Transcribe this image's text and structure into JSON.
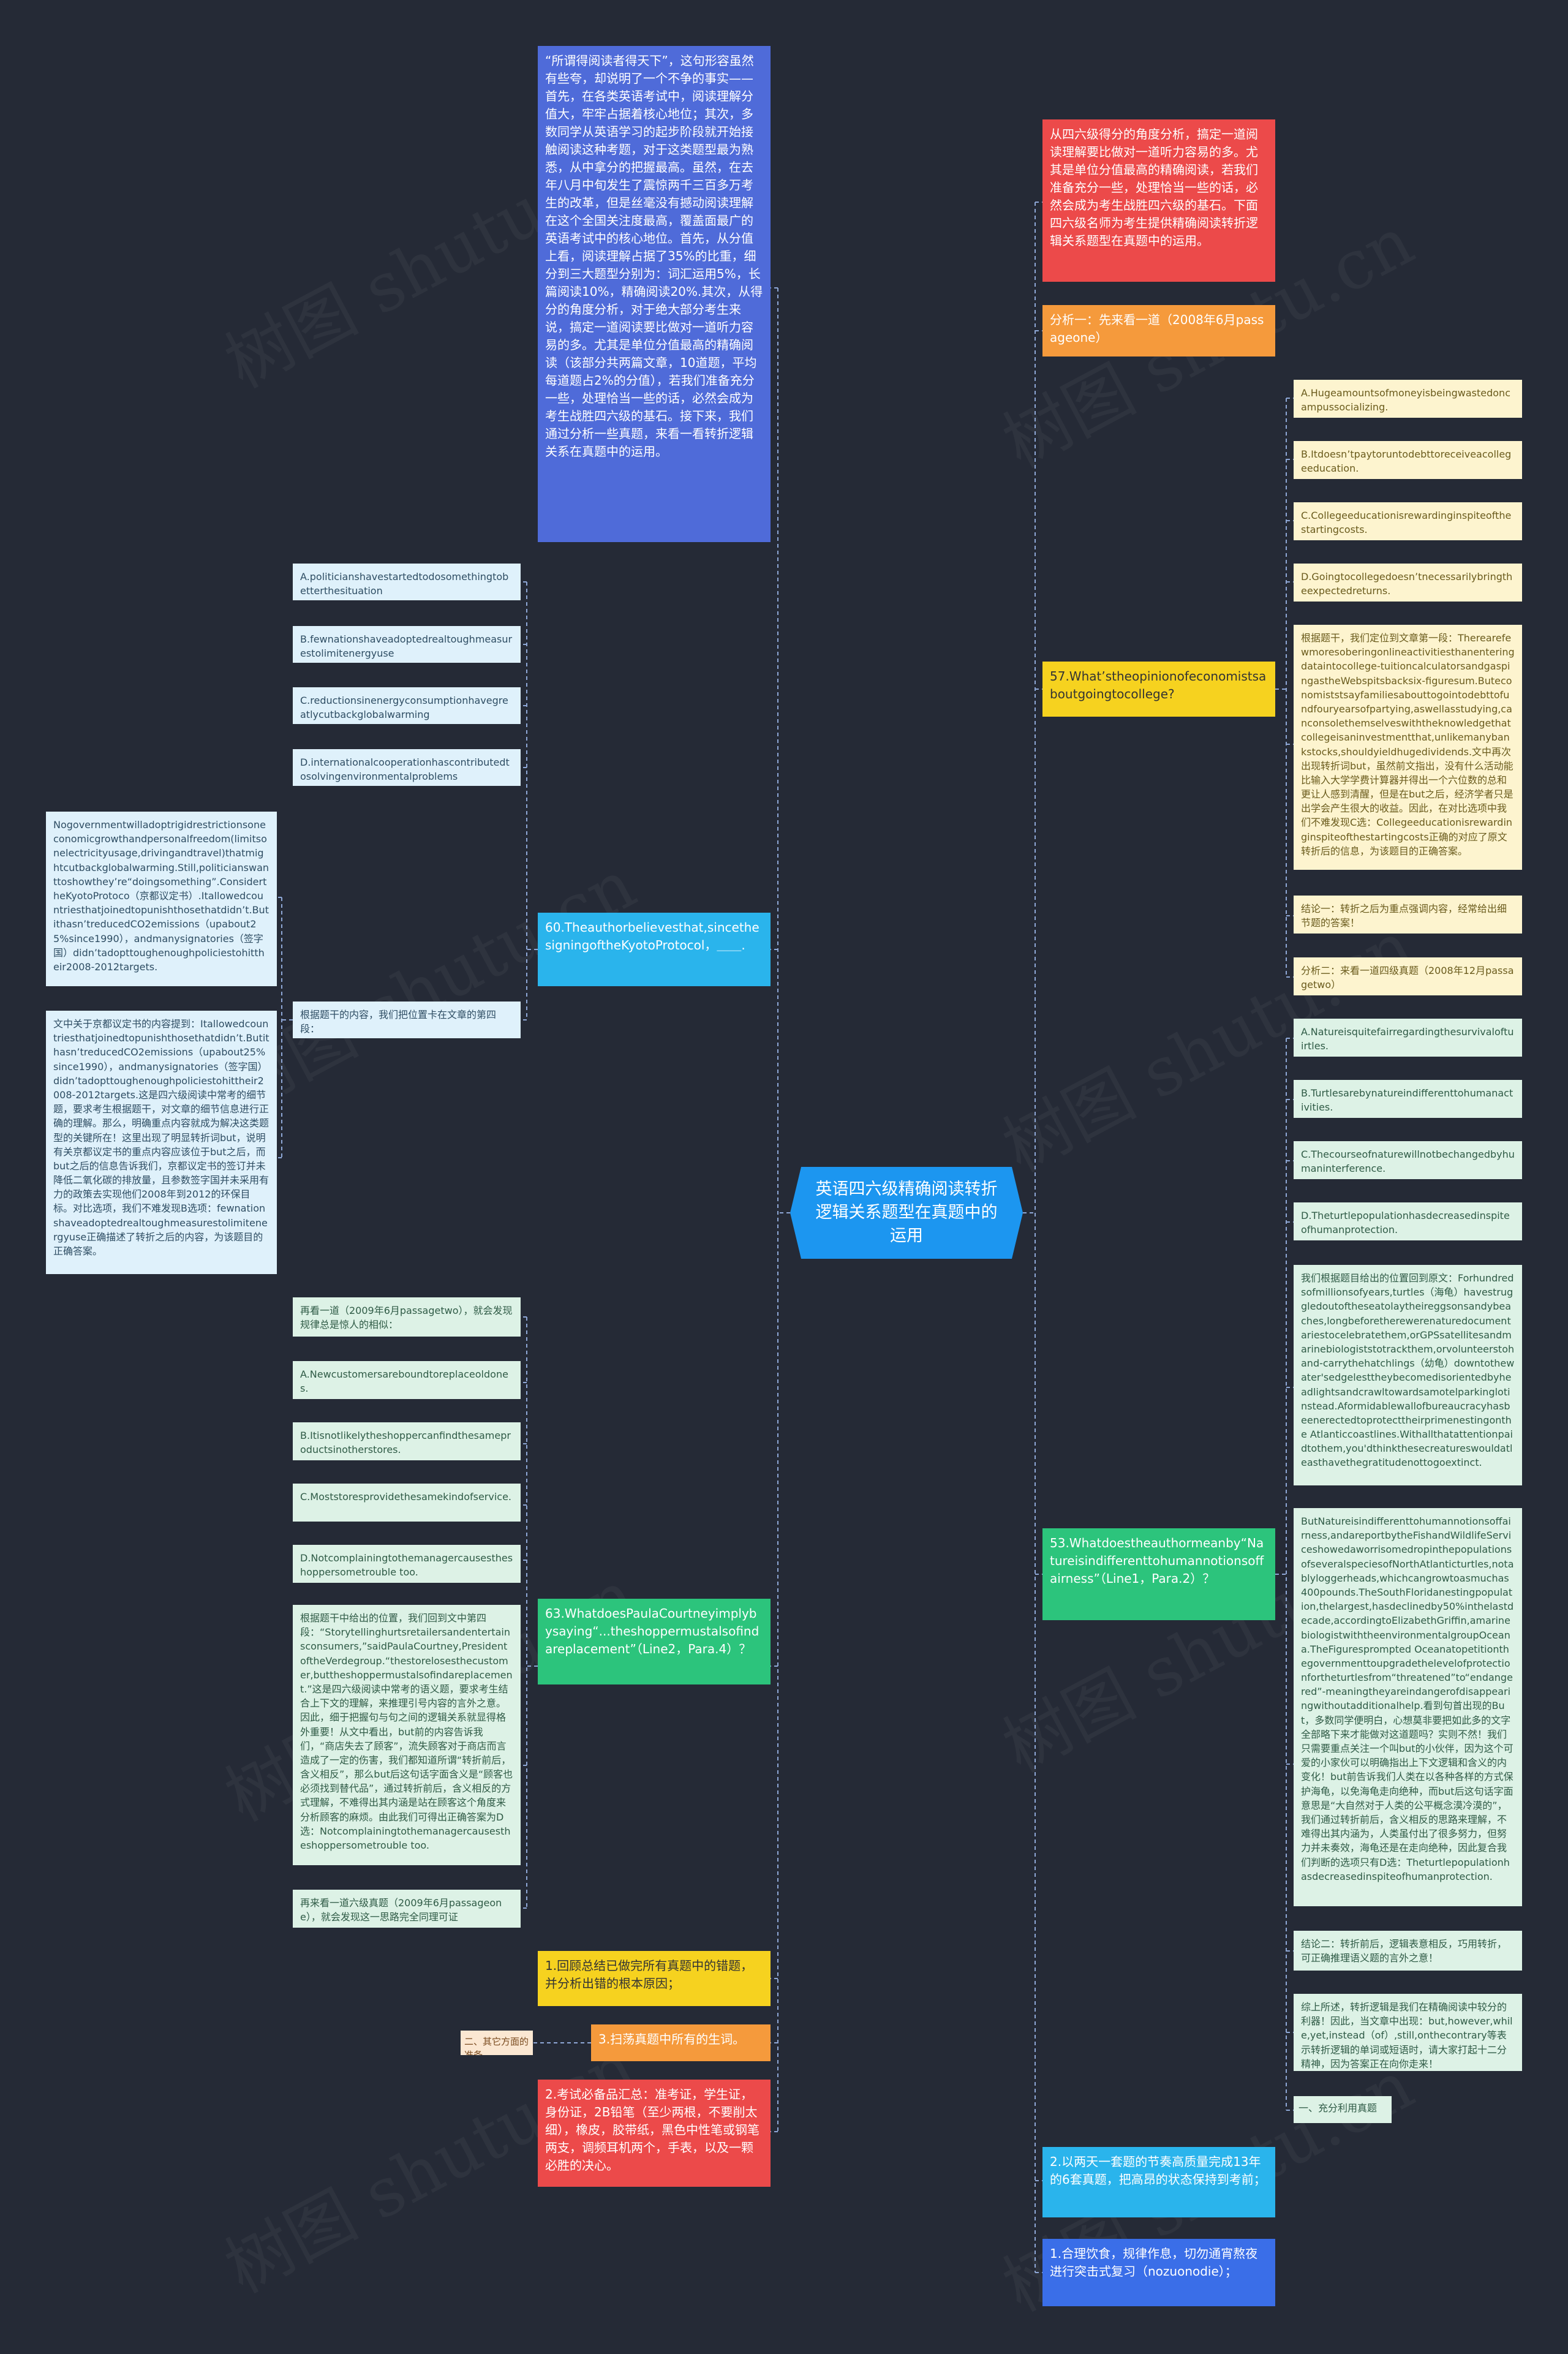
{
  "central": "英语四六级精确阅读转折逻辑关系题型在真题中的运用",
  "left": {
    "intro": "“所谓得阅读者得天下”，这句形容虽然有些夸，却说明了一个不争的事实——首先，在各类英语考试中，阅读理解分值大，牢牢占据着核心地位；其次，多数同学从英语学习的起步阶段就开始接触阅读这种考题，对于这类题型最为熟悉，从中拿分的把握最高。虽然，在去年八月中旬发生了震惊两千三百多万考生的改革，但是丝毫没有撼动阅读理解在这个全国关注度最高，覆盖面最广的英语考试中的核心地位。首先，从分值上看，阅读理解占据了35%的比重，细分到三大题型分别为：词汇运用5%，长篇阅读10%，精确阅读20%.其次，从得分的角度分析，对于绝大部分考生来说，搞定一道阅读要比做对一道听力容易的多。尤其是单位分值最高的精确阅读（该部分共两篇文章，10道题，平均每道题占2%的分值），若我们准备充分一些，处理恰当一些的话，必然会成为考生战胜四六级的基石。接下来，我们通过分析一些真题，来看一看转折逻辑关系在真题中的运用。",
    "q60": "60.Theauthorbelievesthat,sincethesigningoftheKyotoProtocol，＿＿.",
    "q60_options": [
      "A.politicianshavestartedtodosomethingtobetterthesituation",
      "B.fewnationshaveadoptedrealtoughmeasurestolimitenergyuse",
      "C.reductionsinenergyconsumptionhavegreatlycutbackglobalwarming",
      "D.internationalcooperationhascontributedtosolvingenvironmentalproblems"
    ],
    "q60_hint": "根据题干的内容，我们把位置卡在文章的第四段：",
    "q60_quote": "Nogovernmentwilladoptrigidrestrictionsoneconomicgrowthandpersonalfreedom(limitsonelectricityusage,drivingandtravel)thatmightcutbackglobalwarming.Still,politicianswanttoshowthey’re“doingsomething”.ConsidertheKyotoProtoco（京都议定书）.Itallowedcountriesthatjoinedtopunishthosethatdidn’t.Butithasn’treducedCO2emissions（upabout25%since1990），andmanysignatories（签字国）didn’tadopttoughenoughpoliciestohittheir2008-2012targets.",
    "q60_analysis": "文中关于京都议定书的内容提到：Itallowedcountriesthatjoinedtopunishthosethatdidn’t.Butithasn’treducedCO2emissions（upabout25%since1990），andmanysignatories（签字国）didn’tadopttoughenoughpoliciestohittheir2008-2012targets.这是四六级阅读中常考的细节题，要求考生根据题干，对文章的细节信息进行正确的理解。那么，明确重点内容就成为解决这类题型的关键所在！这里出现了明显转折词but，说明有关京都议定书的重点内容应该位于but之后，而but之后的信息告诉我们，京都议定书的签订并未降低二氧化碳的排放量，且参数签字国并未采用有力的政策去实现他们2008年到2012的环保目标。对比选项，我们不难发现B选项：fewnationshaveadoptedrealtoughmeasurestolimitenergyuse正确描述了转折之后的内容，为该题目的正确答案。",
    "q63_intro": "再看一道（2009年6月passagetwo），就会发现规律总是惊人的相似：",
    "q63": "63.WhatdoesPaulaCourtneyimplybysaying“...theshoppermustalsofindareplacement”（Line2，Para.4）？",
    "q63_options": [
      "A.Newcustomersareboundtoreplaceoldones.",
      "B.Itisnotlikelytheshoppercanfindthesameproductsinotherstores.",
      "C.Moststoresprovidethesamekindofservice.",
      "D.Notcomplainingtothemanagercausestheshoppersometrouble too."
    ],
    "q63_analysis": "根据题干中给出的位置，我们回到文中第四段：“Storytellinghurtsretailersandentertainsconsumers,”saidPaulaCourtney,PresidentoftheVerdegroup.“thestorelosesthecustomer,buttheshoppermustalsofindareplacement.”这是四六级阅读中常考的语义题，要求考生结合上下文的理解，来推理引号内容的言外之意。因此，细于把握句与句之间的逻辑关系就显得格外重要！从文中看出，but前的内容告诉我们，“商店失去了顾客”，流失顾客对于商店而言造成了一定的伤害，我们都知道所谓“转折前后，含义相反”，那么but后这句话字面含义是“顾客也必须找到替代品”，通过转折前后，含义相反的方式理解，不难得出其内涵是站在顾客这个角度来分析顾客的麻烦。由此我们可得出正确答案为D选：Notcomplainingtothemanagercausestheshoppersometrouble too.",
    "q63_tail": "再来看一道六级真题（2009年6月passageone），就会发现这一思路完全同理可证",
    "review1": "1.回顾总结已做完所有真题中的错题，并分析出错的根本原因；",
    "review3": "3.扫荡真题中所有的生词。",
    "review_label": "二、其它方面的准备",
    "review2": "2.考试必备品汇总：准考证，学生证，身份证，2B铅笔（至少两根，不要削太细），橡皮，胶带纸，黑色中性笔或钢笔两支，调频耳机两个，手表，以及一颗必胜的决心。"
  },
  "right": {
    "intro": "从四六级得分的角度分析，搞定一道阅读理解要比做对一道听力容易的多。尤其是单位分值最高的精确阅读，若我们准备充分一些，处理恰当一些的话，必然会成为考生战胜四六级的基石。下面四六级名师为考生提供精确阅读转折逻辑关系题型在真题中的运用。",
    "analysis1": "分析一：先来看一道（2008年6月passageone）",
    "q57": "57.What’stheopinionofeconomistsaboutgoingtocollege?",
    "q57_options": [
      "A.Hugeamountsofmoneyisbeingwastedoncampussocializing.",
      "B.Itdoesn’tpaytoruntodebttoreceiveacollegeeducation.",
      "C.Collegeeducationisrewardinginspiteofthestartingcosts.",
      "D.Goingtocollegedoesn’tnecessarilybringtheexpectedreturns."
    ],
    "q57_analysis": "根据题干，我们定位到文章第一段：Therearefewmoresoberingonlineactivitiesthanenteringdataintocollege-tuitioncalculatorsandgaspingastheWebspitsbacksix-figuresum.Buteconomiststsayfamiliesabouttogointodebttofundfouryearsofpartying,aswellasstudying,canconsolethemselveswiththeknowledgethatcollegeisaninvestmentthat,unlikemanybankstocks,shouldyieldhugedividends.文中再次出现转折词but，虽然前文指出，没有什么活动能比输入大学学费计算器并得出一个六位数的总和更让人感到清醒，但是在but之后，经济学者只是出学会产生很大的收益。因此，在对比选项中我们不难发现C选：Collegeeducationisrewardinginspiteofthestartingcosts正确的对应了原文转折后的信息，为该题目的正确答案。",
    "conclusion1": "结论一：转折之后为重点强调内容，经常给出细节题的答案！",
    "analysis2": "分析二：来看一道四级真题（2008年12月passagetwo）",
    "q53_options": [
      "A.Natureisquitefairregardingthesurvivaloftuirtles.",
      "B.Turtlesarebynatureindifferenttohumanactivities.",
      "C.Thecourseofnaturewillnotbechangedbyhumaninterference.",
      "D.Theturtlepopulationhasdecreasedinspiteofhumanprotection."
    ],
    "q53_quote": "我们根据题目给出的位置回到原文：Forhundredsofmillionsofyears,turtles（海龟）havestruggledoutoftheseatolaytheireggsonsandybeaches,longbeforetherewerenaturedocumentariestocelebratethem,orGPSsatellitesandmarinebiologiststotrackthem,orvolunteerstohand-carrythehatchlings（幼龟）downtothewater'sedgelesttheybecomedisorientedbyheadlightsandcrawltowardsamotelparkinglotinstead.Aformidablewallofbureaucracyhasbeenerectedtoprotecttheirprimenestingonthe Atlanticcoastlines.Withallthatattentionpaidtothem,you'dthinkthesecreatureswouldatleasthavethegratitudenottogoextinct.",
    "q53": "53.Whatdoestheauthormeanby“Natureisindifferenttohumannotionsoffairness”（Line1，Para.2）？",
    "q53_analysis": "ButNatureisindifferenttohumannotionsoffairness,andareportbytheFishandWildlifeServiceshowedaworrisomedropinthepopulationsofseveralspeciesofNorthAtlanticturtles,notablyloggerheads,whichcangrowtoasmuchas400pounds.TheSouthFloridanestingpopulation,thelargest,hasdeclinedby50%inthelastdecade,accordingtoElizabethGriffin,amarinebiologistwiththeenvironmentalgroupOceana.TheFiguresprompted Oceanatopetitionthegovernmenttoupgradethelevelofprotectionfortheturtlesfrom“threatened”to“endangered”-meaningtheyareindangerofdisappearingwithoutadditionalhelp.看到句首出现的But，多数同学便明白，心想莫非要把如此多的文字全部略下来才能做对这道题吗？实则不然！我们只需要重点关注一个叫but的小伙伴，因为这个可爱的小家伙可以明确指出上下文逻辑和含义的内变化！but前告诉我们人类在以各种各样的方式保护海龟，以免海龟走向绝种，而but后这句话字面意思是“大自然对于人类的公平概念漠冷漠的”，我们通过转折前后，含义相反的思路来理解，不难得出其内涵为，人类虽付出了很多努力，但努力并未奏效，海龟还是在走向绝种，因此复合我们判断的选项只有D选：Theturtlepopulationhasdecreasedinspiteofhumanprotection.",
    "conclusion2": "结论二：转折前后，逻辑表意相反，巧用转折，可正确推理语义题的言外之意！",
    "summary": "综上所述，转折逻辑是我们在精确阅读中较分的利器！因此，当文章中出现：but,however,while,yet,instead（of）,still,onthecontrary等表示转折逻辑的单词或短语时，请大家打起十二分精神，因为答案正在向你走来！",
    "label1": "一、充分利用真题",
    "plan2": "2.以两天一套题的节奏高质量完成13年的6套真题，把高昂的状态保持到考前；",
    "plan1": "1.合理饮食，规律作息，切勿通宵熬夜进行突击式复习（nozuonodie）；"
  },
  "colors": {
    "central": "#1c96f0",
    "blue": "#4f6bd9",
    "red": "#ec4a4a",
    "orange": "#f59a3c",
    "yellow": "#f6d21f",
    "cyan": "#2ab4ec",
    "green": "#2cc47c",
    "royal": "#3a6ee8",
    "edge": "#8ea7d6"
  }
}
